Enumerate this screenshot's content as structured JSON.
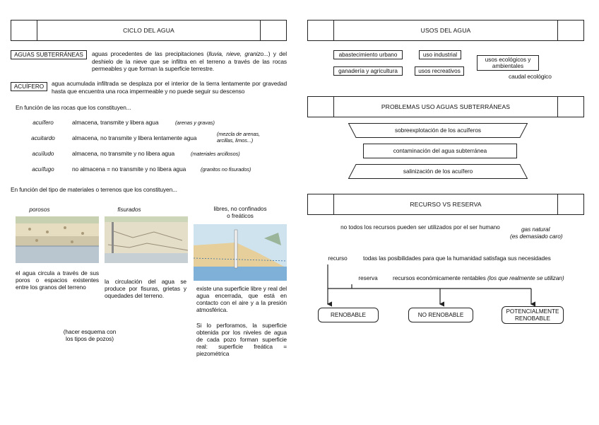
{
  "left": {
    "header": "CICLO DEL AGUA",
    "aguas_label": "AGUAS SUBTERRÁNEAS",
    "aguas_def_1": "aguas procedentes de las precipitaciones (",
    "aguas_def_it": "lluvia, nieve, granizo...",
    "aguas_def_2": ") y del deshielo de la nieve que se infiltra en el terreno a través de las rocas permeables y que forman la superficie terrestre.",
    "acuifero_label": "ACUÍFERO",
    "acuifero_def": "agua acumulada infiltrada se desplaza por el interior de la tierra lentamente por gravedad hasta que encuentra una roca impermeable y no puede seguir su descenso",
    "rocas_heading": "En función de las rocas que los constituyen...",
    "rocas": [
      {
        "name": "acuífero",
        "desc": "almacena, transmite y libera agua",
        "example": "(arenas y gravas)"
      },
      {
        "name": "acuitardo",
        "desc": "almacena, no transmite y libera lentamente agua",
        "example": "(mezcla de arenas, arcillas, limos...)"
      },
      {
        "name": "acuïludo",
        "desc": "almacena, no transmite y no libera agua",
        "example": "(materiales arcillosos)"
      },
      {
        "name": "acuífugo",
        "desc": "no almacena = no transmite y no libera agua",
        "example": "(granitos no fisurados)"
      }
    ],
    "materiales_heading": "En función del tipo de materiales o terrenos que los constituyen...",
    "tipos": [
      {
        "name": "porosos",
        "desc": "el agua circula a través de sus poros o espacios existentes entre los granos del terreno"
      },
      {
        "name": "fisurados",
        "desc": "la circulación del agua se produce por fisuras, grietas y oquedades del terreno."
      },
      {
        "name": "libres, no confinados o freáticos",
        "desc": "existe una superficie libre y real del agua encerrada, que está en contacto con el aire y a la presión atmosférica.",
        "desc2": "Si lo perforamos, la superficie obtenida por los niveles de agua de cada pozo forman superficie real: superficie freática = piezométrica"
      }
    ],
    "nota": "(hacer esquema con los tipos de pozos)"
  },
  "right": {
    "usos_header": "USOS DEL AGUA",
    "usos": [
      "abastecimiento urbano",
      "uso industrial",
      "usos ecológicos y ambientales",
      "ganadería y agricultura",
      "usos recreativos"
    ],
    "caudal": "caudal ecológico",
    "problemas_header": "PROBLEMAS USO AGUAS SUBTERRÁNEAS",
    "problemas": [
      "sobreexplotación de los acuíferos",
      "contaminación del agua subterránea",
      "salinización de los acuífero"
    ],
    "recurso_header": "RECURSO VS RESERVA",
    "no_todos": "no todos los recursos pueden ser utilizados por el ser humano",
    "gas": "gas natural",
    "gas_note": "(es demasiado caro)",
    "recurso_label": "recurso",
    "recurso_def": "todas las posibilidades para que la humanidad satisfaga sus necesidades",
    "reserva_label": "reserva",
    "reserva_def": "recursos económicamente rentables",
    "reserva_note": "(los que realmente se utilizan)",
    "categorias": [
      "RENOBABLE",
      "NO RENOBABLE",
      "POTENCIALMENTE RENOBABLE"
    ]
  },
  "colors": {
    "line": "#222222",
    "water": "#7fb0d8",
    "sand": "#e6cf9a"
  }
}
